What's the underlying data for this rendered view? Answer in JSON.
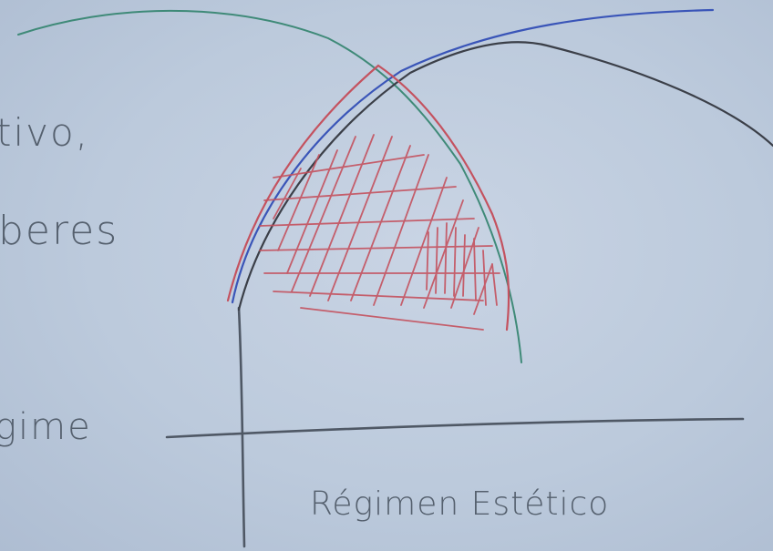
{
  "labels": {
    "left_top": "tivo,",
    "left_middle": "beres",
    "left_bottom": "gime",
    "x_axis": "Régimen Estético"
  },
  "colors": {
    "paper": "#c3cfe0",
    "pencil": "#4f5865",
    "green_curve": "#3f8a78",
    "blue_curve": "#3a55b8",
    "dark_curve": "#3b3f48",
    "red_hatch": "#c4525f"
  }
}
